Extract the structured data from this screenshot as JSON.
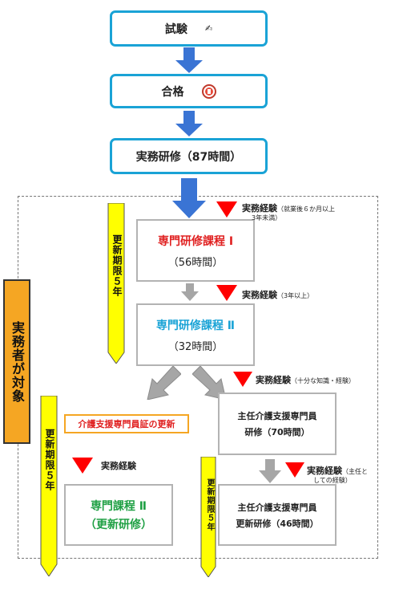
{
  "top_flow": {
    "exam": "試験",
    "pass": "合格",
    "practical_training": "実務研修（87時間）"
  },
  "courses": {
    "specialized_1": {
      "title": "専門研修課程 Ⅰ",
      "hours": "（56時間）"
    },
    "specialized_2": {
      "title": "専門研修課程 Ⅱ",
      "hours": "（32時間）"
    },
    "chief_training": {
      "line1": "主任介護支援専門員",
      "line2": "研修（70時間）"
    },
    "specialized_2_renewal": {
      "line1": "専門課程 Ⅱ",
      "line2": "（更新研修）"
    },
    "chief_renewal": {
      "line1": "主任介護支援専門員",
      "line2": "更新研修（46時間）"
    }
  },
  "experience": {
    "label": "実務経験",
    "note1a": "（就業後６か月以上",
    "note1b": "3年未満）",
    "note2": "（3年以上）",
    "note3": "（十分な知識・経験）",
    "note4a": "（主任と",
    "note4b": "しての経験）"
  },
  "side_labels": {
    "target": "実務者が対象",
    "renewal_period": "更新期限５年"
  },
  "renewal_certificate": "介護支援専門員証の更新",
  "colors": {
    "blue_border": "#1aa3d6",
    "arrow_blue": "#3a74d4",
    "red_title": "#e02020",
    "blue_title": "#1aa3d6",
    "green_title": "#1fa044",
    "yellow": "#ffff00",
    "orange": "#f5a623",
    "red_marker": "#ff0000"
  }
}
